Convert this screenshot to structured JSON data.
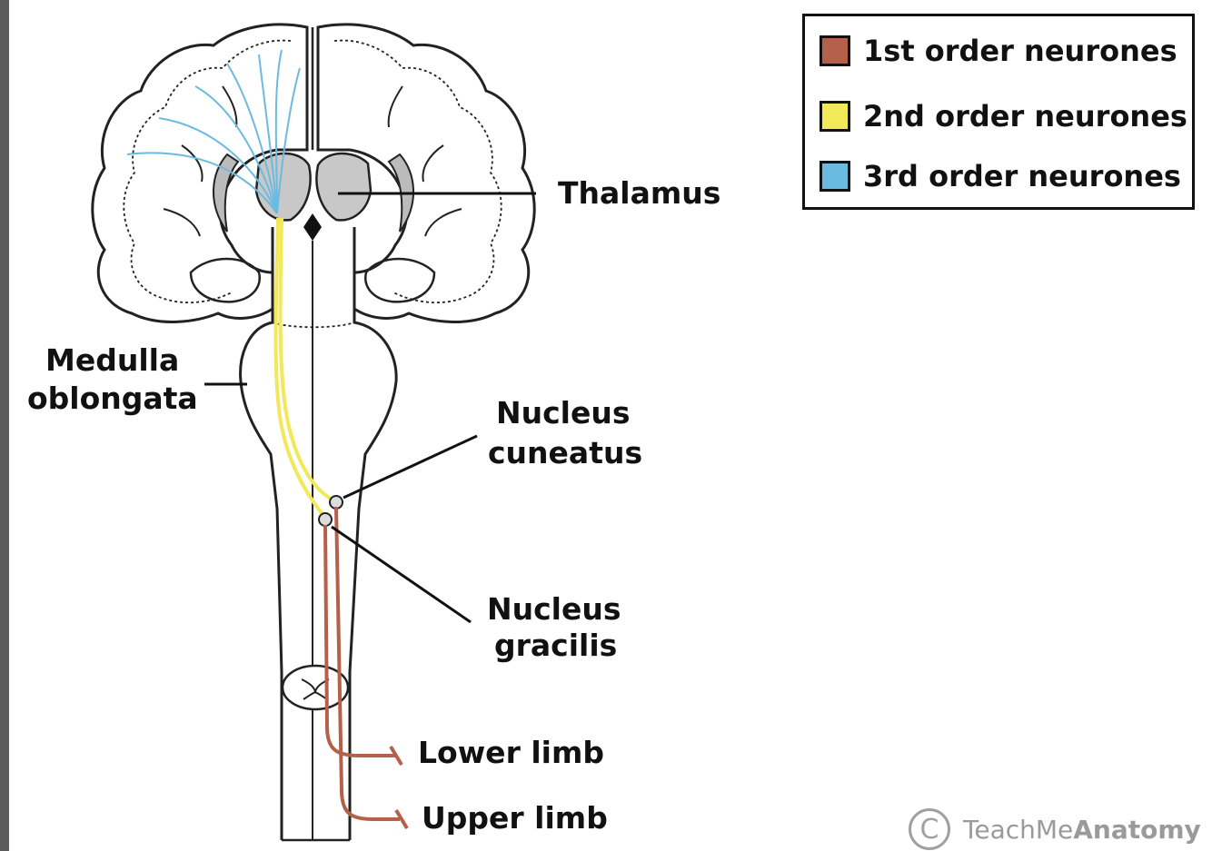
{
  "labels": {
    "thalamus": "Thalamus",
    "medulla_line1": "Medulla",
    "medulla_line2": "oblongata",
    "nucleus_cuneatus_line1": "Nucleus",
    "nucleus_cuneatus_line2": "cuneatus",
    "nucleus_gracilis_line1": "Nucleus",
    "nucleus_gracilis_line2": "gracilis",
    "lower_limb": "Lower limb",
    "upper_limb": "Upper limb"
  },
  "legend": {
    "items": [
      {
        "label": "1st order neurones",
        "color": "#b5604a"
      },
      {
        "label": "2nd order neurones",
        "color": "#f1e85a"
      },
      {
        "label": "3rd order neurones",
        "color": "#6bbbe0"
      }
    ]
  },
  "watermark": {
    "symbol": "C",
    "text_regular": "TeachMe",
    "text_bold": "Anatomy"
  },
  "colors": {
    "first_order": "#b5604a",
    "second_order": "#f1e85a",
    "third_order": "#6bbbe0",
    "outline": "#222222",
    "thalamus_fill": "#c8c8c8"
  }
}
